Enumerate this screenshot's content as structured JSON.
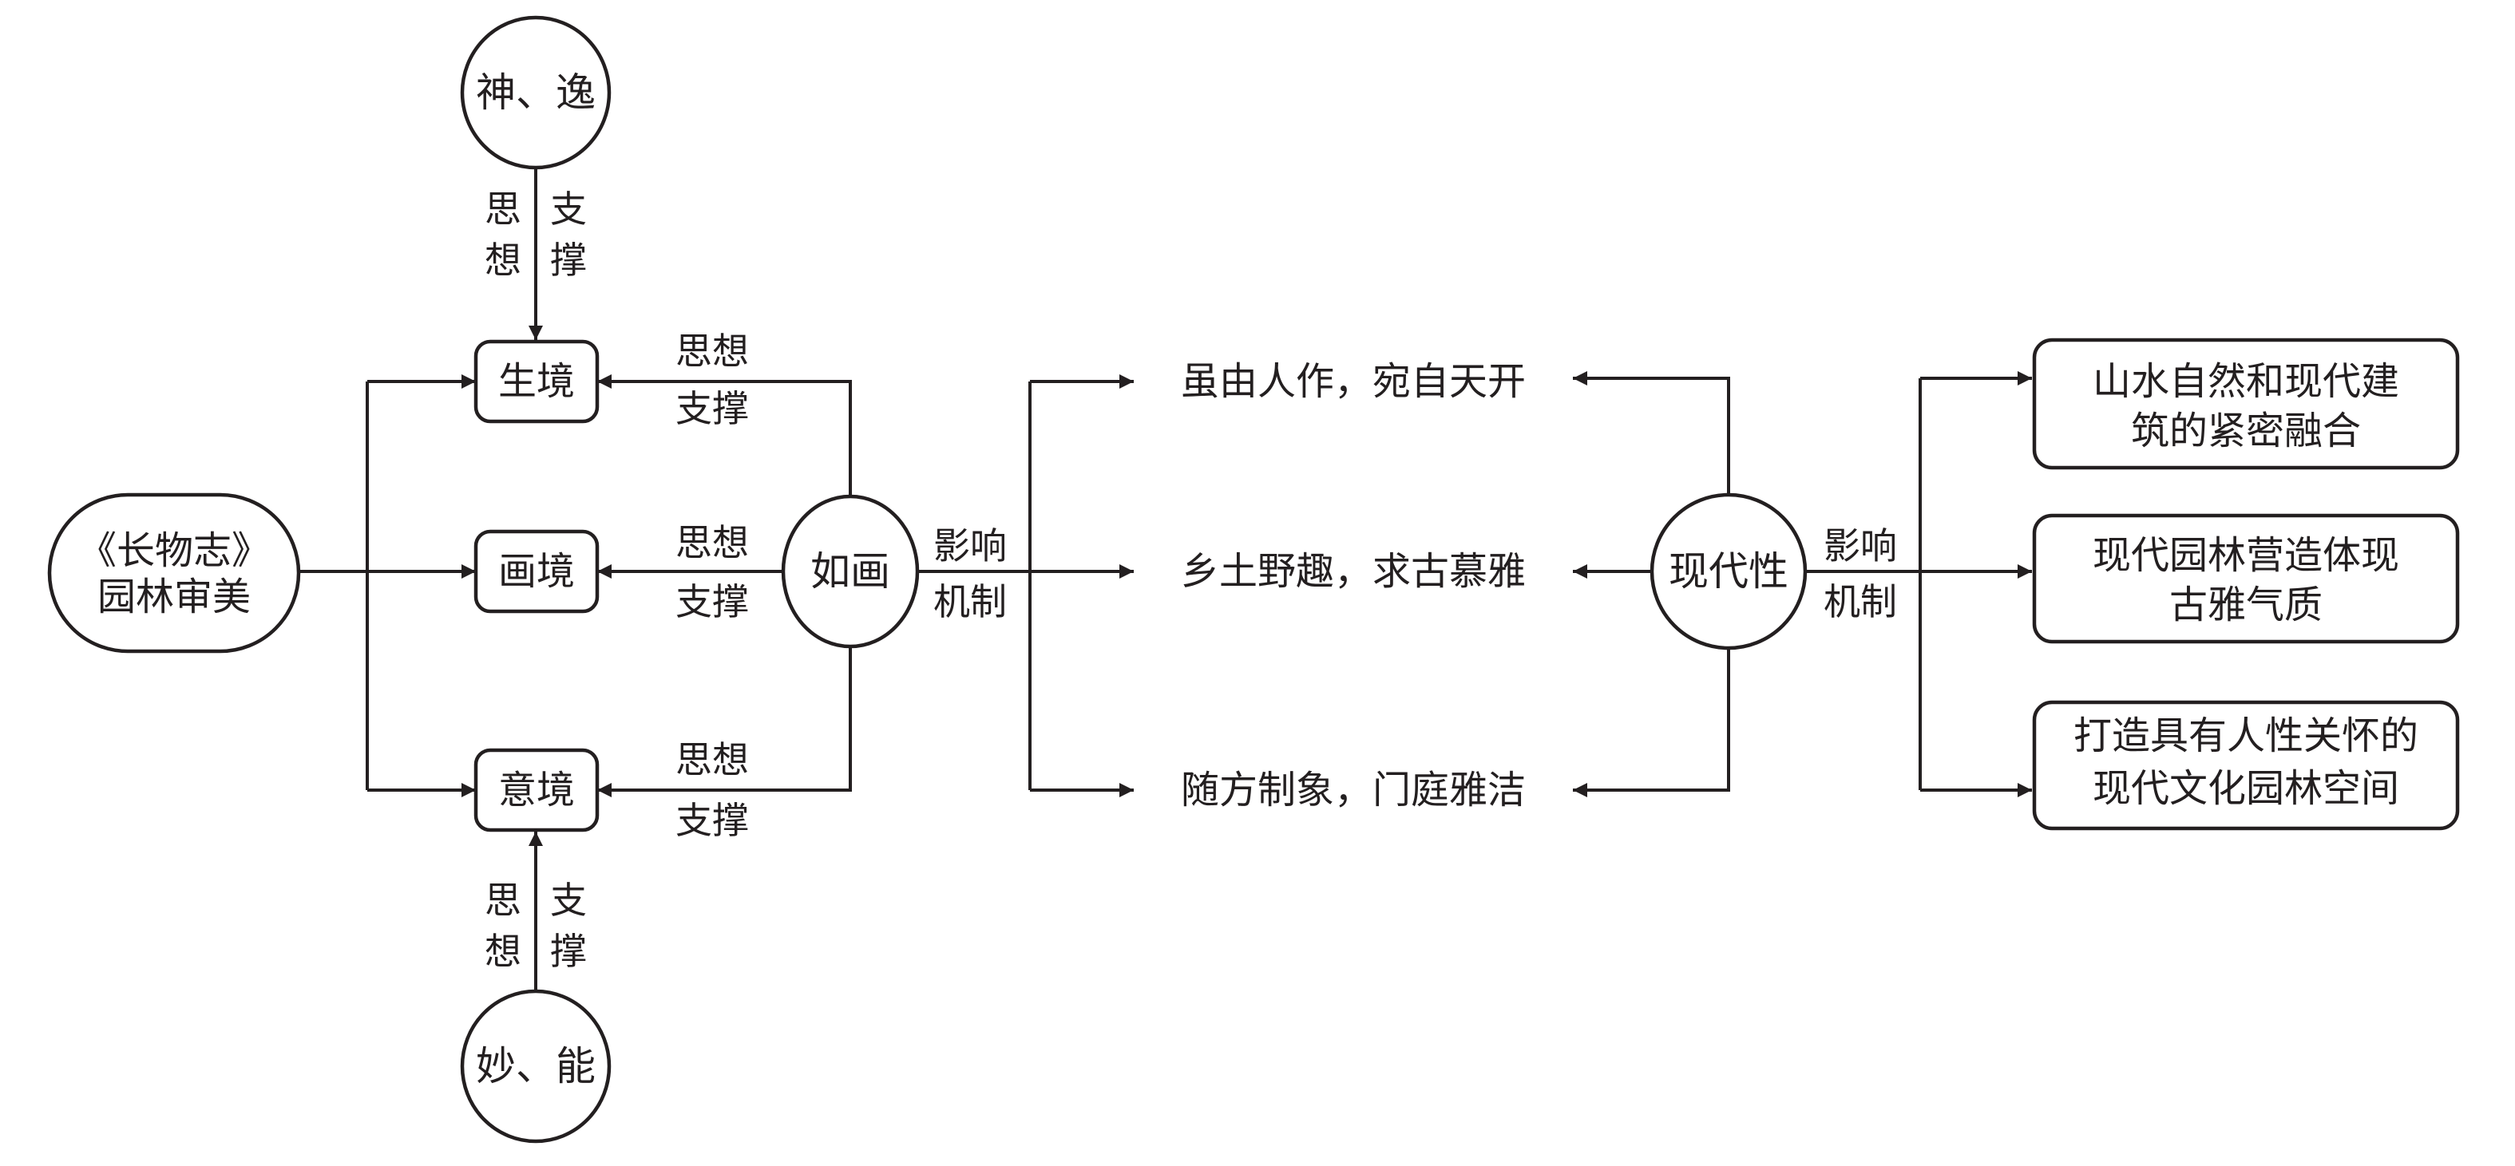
{
  "nodes": {
    "changwuzhi": {
      "line1": "《长物志》",
      "line2": "园林审美"
    },
    "shenyi": "神、逸",
    "miaoneng": "妙、能",
    "shengjing": "生境",
    "huajing": "画境",
    "yijing": "意境",
    "ruhua": "如画",
    "xiandaixing": "现代性",
    "principle1": "虽由人作，宛自天开",
    "principle2": "乡土野趣，求古慕雅",
    "principle3": "随方制象，门庭雅洁",
    "result1": {
      "line1": "山水自然和现代建",
      "line2": "筑的紧密融合"
    },
    "result2": {
      "line1": "现代园林营造体现",
      "line2": "古雅气质"
    },
    "result3": {
      "line1": "打造具有人性关怀的",
      "line2": "现代文化园林空间"
    }
  },
  "edge_labels": {
    "sixiang": "思想",
    "zhicheng": "支撑",
    "si": "思",
    "xiang": "想",
    "zhi": "支",
    "cheng": "撑",
    "yingxiang": "影响",
    "jizhi": "机制"
  },
  "colors": {
    "ink": "#231f20",
    "background": "#ffffff"
  }
}
